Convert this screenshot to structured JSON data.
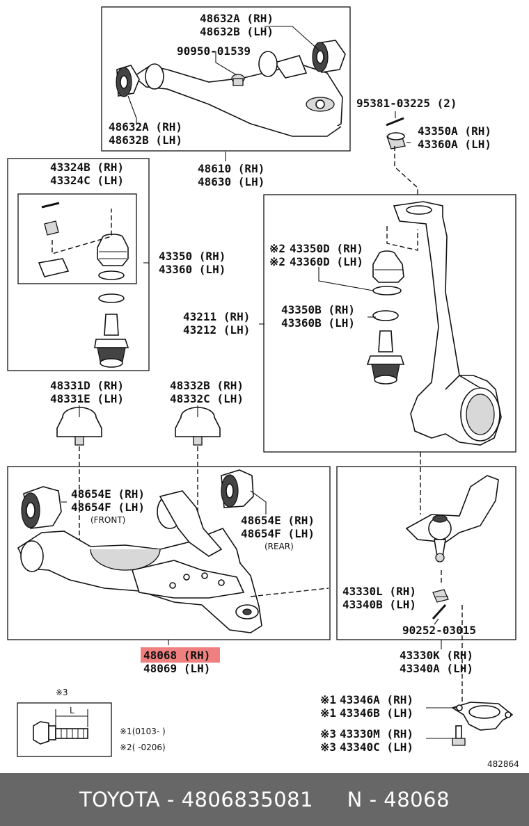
{
  "labels": {
    "upper_bushing_right": [
      "48632A (RH)",
      "48632B (LH)"
    ],
    "bolt_90950": "90950-01539",
    "upper_bushing_left": [
      "48632A (RH)",
      "48632B (LH)"
    ],
    "cotter_pin_95381": "95381-03225 (2)",
    "nut_43350A": [
      "43350A (RH)",
      "43360A (LH)"
    ],
    "upper_arm": [
      "48610 (RH)",
      "48630 (LH)"
    ],
    "boot_kit_43324": [
      "43324B (RH)",
      "43324C (LH)"
    ],
    "ball_joint_43350": [
      "43350 (RH)",
      "43360 (LH)"
    ],
    "boot_43350D": [
      "43350D (RH)",
      "43360D (LH)"
    ],
    "boot_43350D_marks": [
      "※2",
      "※2"
    ],
    "knuckle_43211": [
      "43211 (RH)",
      "43212 (LH)"
    ],
    "snap_ring_43350B": [
      "43350B (RH)",
      "43360B (LH)"
    ],
    "bumper_48331": [
      "48331D (RH)",
      "48331E (LH)"
    ],
    "bumper_48332": [
      "48332B (RH)",
      "48332C (LH)"
    ],
    "bushing_front": [
      "48654E (RH)",
      "48654F (LH)"
    ],
    "front_note": "(FRONT)",
    "bushing_rear": [
      "48654E (RH)",
      "48654F (LH)"
    ],
    "rear_note": "(REAR)",
    "nut_43330L": [
      "43330L (RH)",
      "43340B (LH)"
    ],
    "cotter_pin_90252": "90252-03015",
    "lower_arm": [
      "48068 (RH)",
      "48069 (LH)"
    ],
    "lower_ball_joint": [
      "43330K (RH)",
      "43340A (LH)"
    ],
    "cover_43346": [
      "43346A (RH)",
      "43346B (LH)"
    ],
    "cover_43346_marks": [
      "※1",
      "※1"
    ],
    "bolt_43330M": [
      "43330M (RH)",
      "43340C (LH)"
    ],
    "bolt_43330M_marks": [
      "※3",
      "※3"
    ],
    "inset_mark": "※3",
    "inset_dimension": "L",
    "notes": [
      "※1(0103-      )",
      "※2(      -0206)"
    ],
    "diagram_code": "482864"
  },
  "highlight": {
    "color": "#f08080",
    "part": "48068 (RH)"
  },
  "footer": {
    "brand": "TOYOTA",
    "part_number": "4806835081",
    "sep1": " - ",
    "spacer": "     N - ",
    "name_code": "48068"
  }
}
